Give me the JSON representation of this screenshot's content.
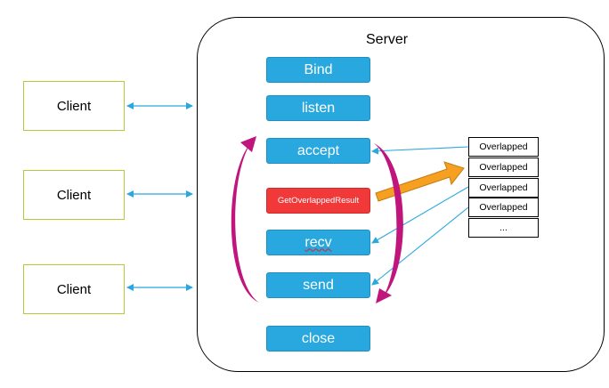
{
  "server": {
    "title": "Server"
  },
  "clients": [
    {
      "label": "Client"
    },
    {
      "label": "Client"
    },
    {
      "label": "Client"
    }
  ],
  "steps": {
    "bind": "Bind",
    "listen": "listen",
    "accept": "accept",
    "get_overlapped_result": "GetOverlappedResult",
    "recv": "recv",
    "send": "send",
    "close": "close"
  },
  "overlapped": [
    "Overlapped",
    "Overlapped",
    "Overlapped",
    "Overlapped",
    "..."
  ],
  "colors": {
    "step_blue": "#29a8e0",
    "step_red": "#f2393a",
    "client_border": "#b7c93a",
    "loop_arrow": "#c0157c",
    "link_arrow": "#29a8e0",
    "big_arrow": "#f5a020"
  }
}
